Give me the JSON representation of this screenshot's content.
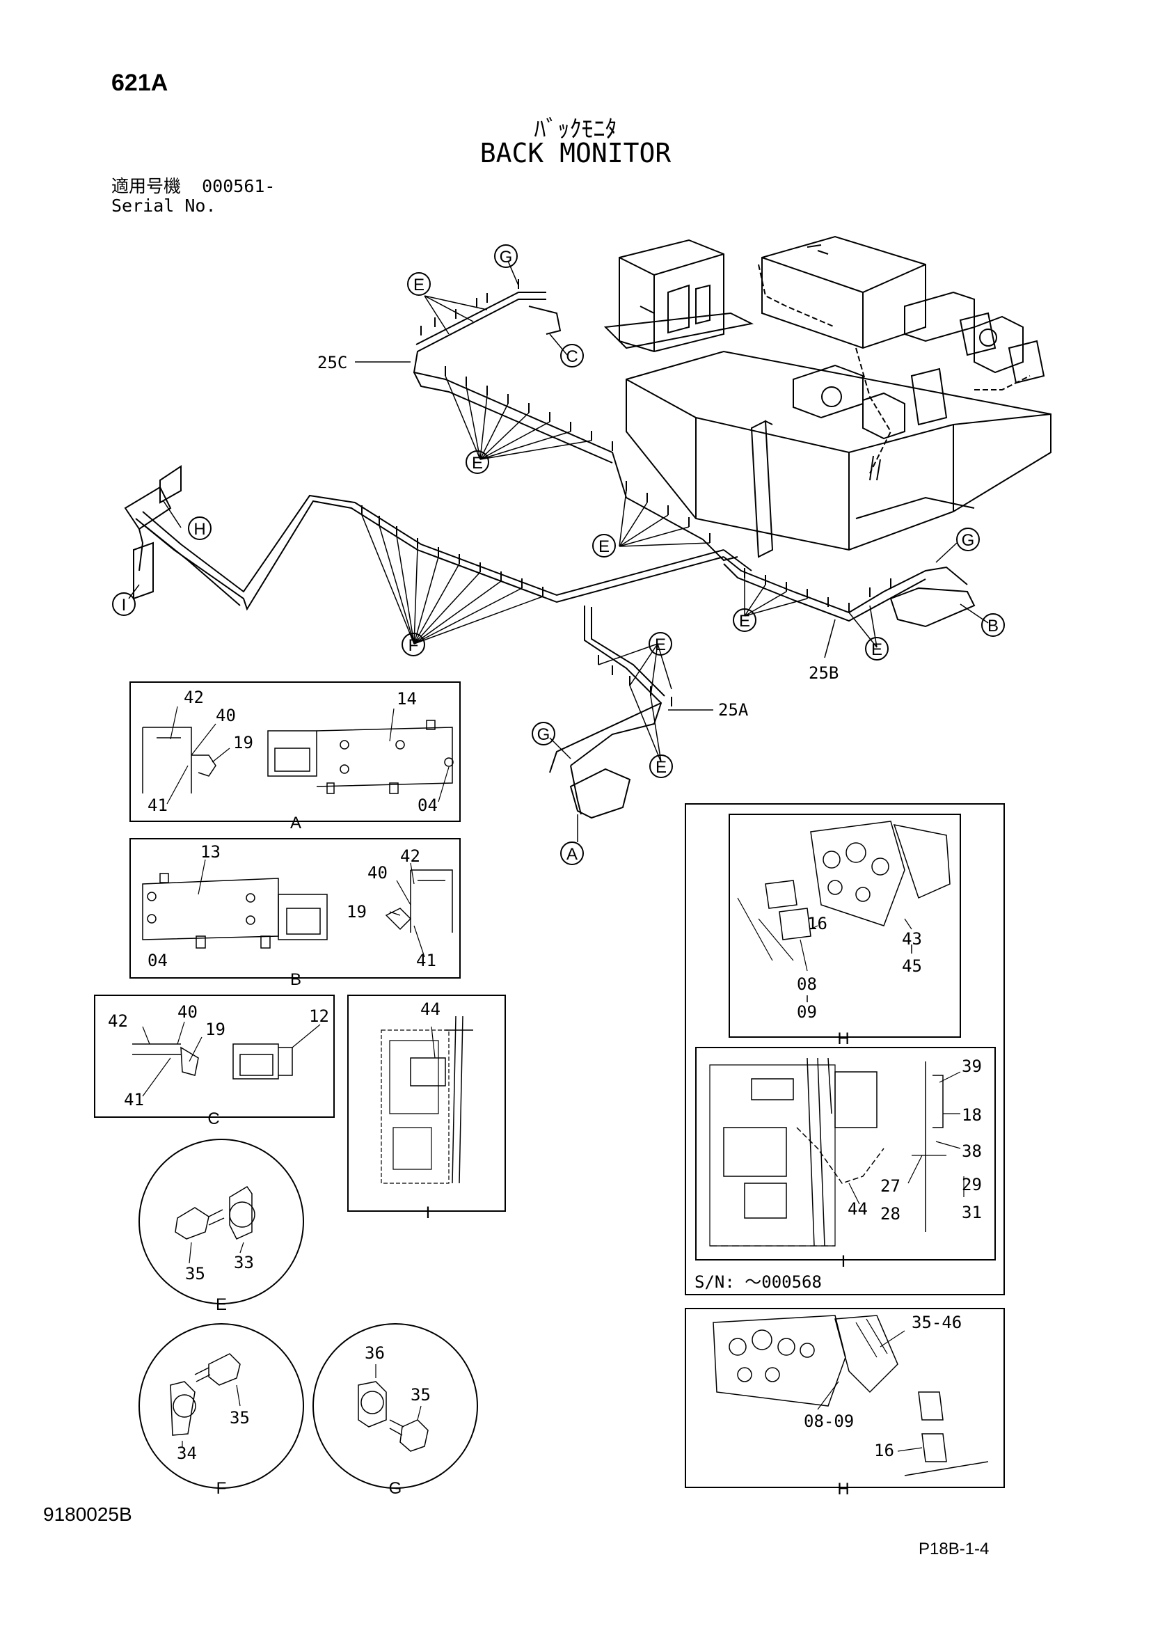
{
  "header": {
    "page_code": "621A",
    "title_jp": "ﾊﾞｯｸﾓﾆﾀ",
    "title_en": "BACK MONITOR"
  },
  "serial": {
    "label_jp": "適用号機",
    "value": "000561-",
    "label_en": "Serial No."
  },
  "footer": {
    "drawing_no": "9180025B",
    "page_ref": "P18B-1-4"
  },
  "harness_labels": {
    "h25c": "25C",
    "h25b": "25B",
    "h25a": "25A"
  },
  "callouts": {
    "E": "E",
    "F": "F",
    "G": "G",
    "C": "C",
    "H": "H",
    "I": "I",
    "B": "B",
    "A": "A"
  },
  "detail_A": {
    "caption": "A",
    "p42": "42",
    "p40": "40",
    "p19": "19",
    "p14": "14",
    "p41": "41",
    "p04": "04"
  },
  "detail_B": {
    "caption": "B",
    "p13": "13",
    "p40": "40",
    "p42": "42",
    "p19": "19",
    "p04": "04",
    "p41": "41"
  },
  "detail_C": {
    "caption": "C",
    "p42": "42",
    "p40": "40",
    "p19": "19",
    "p12": "12",
    "p41": "41"
  },
  "detail_I_small": {
    "caption": "I",
    "p44": "44"
  },
  "detail_H_top": {
    "caption": "H",
    "p16": "16",
    "p43": "43",
    "p45": "45",
    "p08": "08",
    "p09": "09"
  },
  "detail_I_large": {
    "caption": "I",
    "p39": "39",
    "p18": "18",
    "p38": "38",
    "p27": "27",
    "p28": "28",
    "p29": "29",
    "p31": "31",
    "p44": "44"
  },
  "serial_note": "S/N: ～000568",
  "detail_H_bottom": {
    "caption": "H",
    "p3546": "35-46",
    "p0809": "08-09",
    "p16": "16"
  },
  "detail_E": {
    "caption": "E",
    "p35": "35",
    "p33": "33"
  },
  "detail_F": {
    "caption": "F",
    "p35": "35",
    "p34": "34"
  },
  "detail_G": {
    "caption": "G",
    "p36": "36",
    "p35": "35"
  }
}
